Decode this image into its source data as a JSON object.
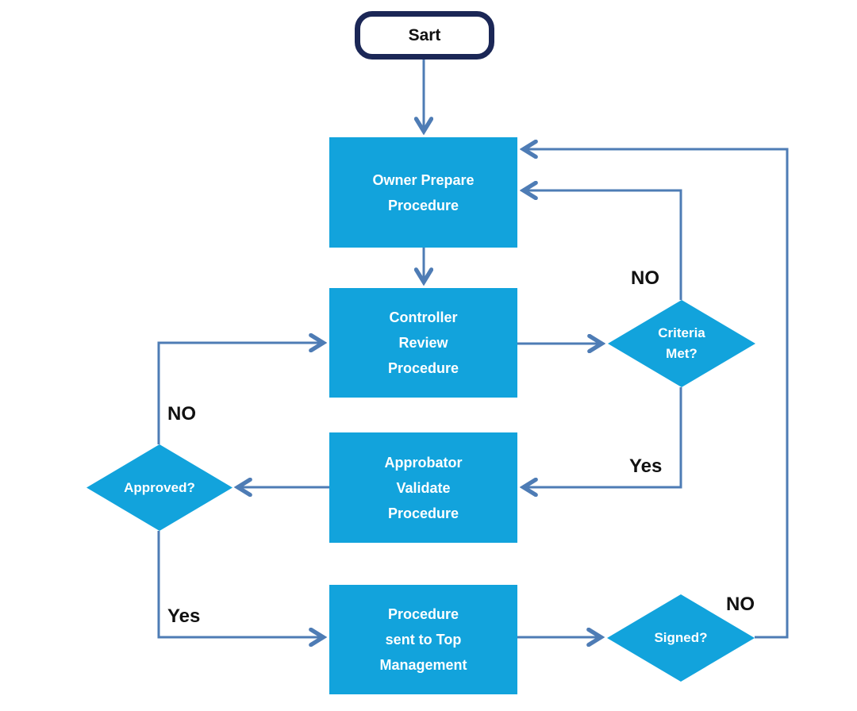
{
  "diagram_type": "flowchart",
  "colors": {
    "node_fill": "#12A3DC",
    "connector": "#4E7CB5",
    "start_border": "#1B2756",
    "node_text": "#FFFFFF",
    "label_text": "#111111"
  },
  "nodes": {
    "start": {
      "type": "terminator",
      "label": "Sart"
    },
    "owner_prepare": {
      "type": "process",
      "label": "Owner Prepare\nProcedure"
    },
    "controller_review": {
      "type": "process",
      "label": "Controller\nReview\nProcedure"
    },
    "criteria_met": {
      "type": "decision",
      "label": "Criteria\nMet?"
    },
    "approbator_validate": {
      "type": "process",
      "label": "Approbator\nValidate\nProcedure"
    },
    "approved": {
      "type": "decision",
      "label": "Approved?"
    },
    "procedure_sent": {
      "type": "process",
      "label": "Procedure\nsent to Top\nManagement"
    },
    "signed": {
      "type": "decision",
      "label": "Signed?"
    }
  },
  "edge_labels": {
    "criteria_no": "NO",
    "criteria_yes": "Yes",
    "approved_no": "NO",
    "approved_yes": "Yes",
    "signed_no": "NO"
  },
  "edges": [
    {
      "from": "start",
      "to": "owner_prepare",
      "label": ""
    },
    {
      "from": "owner_prepare",
      "to": "controller_review",
      "label": ""
    },
    {
      "from": "controller_review",
      "to": "criteria_met",
      "label": ""
    },
    {
      "from": "criteria_met",
      "to": "owner_prepare",
      "label": "NO"
    },
    {
      "from": "criteria_met",
      "to": "approbator_validate",
      "label": "Yes"
    },
    {
      "from": "approbator_validate",
      "to": "approved",
      "label": ""
    },
    {
      "from": "approved",
      "to": "controller_review",
      "label": "NO"
    },
    {
      "from": "approved",
      "to": "procedure_sent",
      "label": "Yes"
    },
    {
      "from": "procedure_sent",
      "to": "signed",
      "label": ""
    },
    {
      "from": "signed",
      "to": "owner_prepare",
      "label": "NO"
    }
  ]
}
